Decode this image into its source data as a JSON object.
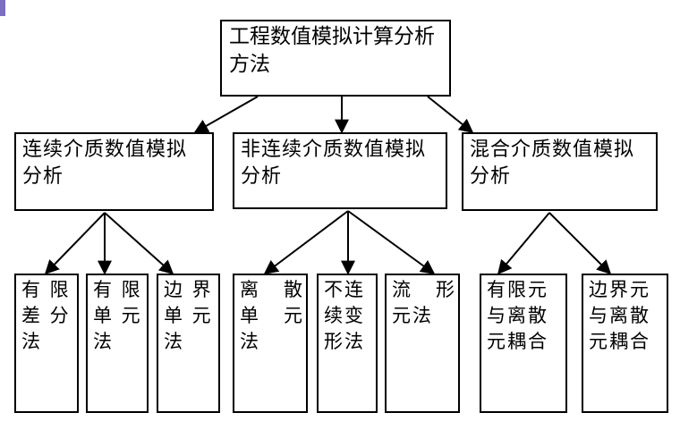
{
  "root": {
    "label": "工程数值模拟计算分析\n方法"
  },
  "categories": [
    {
      "label": "连续介质数值模拟\n分析",
      "methods": [
        {
          "label": "有 限\n差 分\n法"
        },
        {
          "label": "有 限\n单 元\n法"
        },
        {
          "label": "边 界\n单 元\n法"
        }
      ]
    },
    {
      "label": "非连续介质数值模拟\n分析",
      "methods": [
        {
          "label": "离   散\n单   元\n法"
        },
        {
          "label": "不连\n续变\n形法"
        },
        {
          "label": "流   形\n元法"
        }
      ]
    },
    {
      "label": "混合介质数值模拟\n分析",
      "methods": [
        {
          "label": "有限元\n与离散\n元耦合"
        },
        {
          "label": "边界元\n与离散\n元耦合"
        }
      ]
    }
  ],
  "colors": {
    "line": "#000000",
    "accent": "#7b6fc2"
  }
}
